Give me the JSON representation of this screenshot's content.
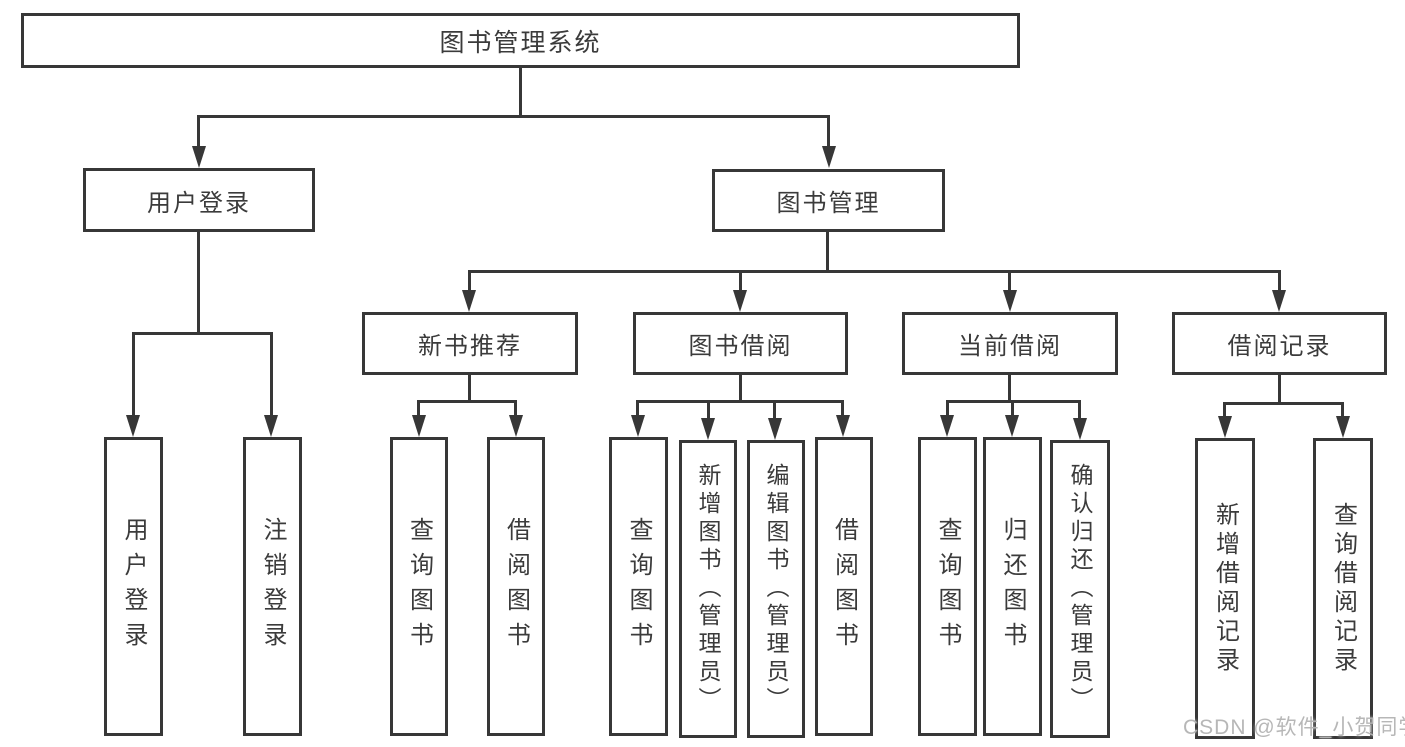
{
  "tree": {
    "root": {
      "label": "图书管理系统",
      "children": [
        {
          "label": "用户登录",
          "children": [
            {
              "label": "用户登录"
            },
            {
              "label": "注销登录"
            }
          ]
        },
        {
          "label": "图书管理",
          "children": [
            {
              "label": "新书推荐",
              "children": [
                {
                  "label": "查询图书"
                },
                {
                  "label": "借阅图书"
                }
              ]
            },
            {
              "label": "图书借阅",
              "children": [
                {
                  "label": "查询图书"
                },
                {
                  "label": "新增图书（管理员）"
                },
                {
                  "label": "编辑图书（管理员）"
                },
                {
                  "label": "借阅图书"
                }
              ]
            },
            {
              "label": "当前借阅",
              "children": [
                {
                  "label": "查询图书"
                },
                {
                  "label": "归还图书"
                },
                {
                  "label": "确认归还（管理员）"
                }
              ]
            },
            {
              "label": "借阅记录",
              "children": [
                {
                  "label": "新增借阅记录"
                },
                {
                  "label": "查询借阅记录"
                }
              ]
            }
          ]
        }
      ]
    }
  },
  "watermark": {
    "text": "CSDN @软件_小贺同学"
  },
  "colors": {
    "line": "#373737",
    "text": "#3b3b3b",
    "watermark": "#b3b3b3",
    "background": "#ffffff"
  }
}
